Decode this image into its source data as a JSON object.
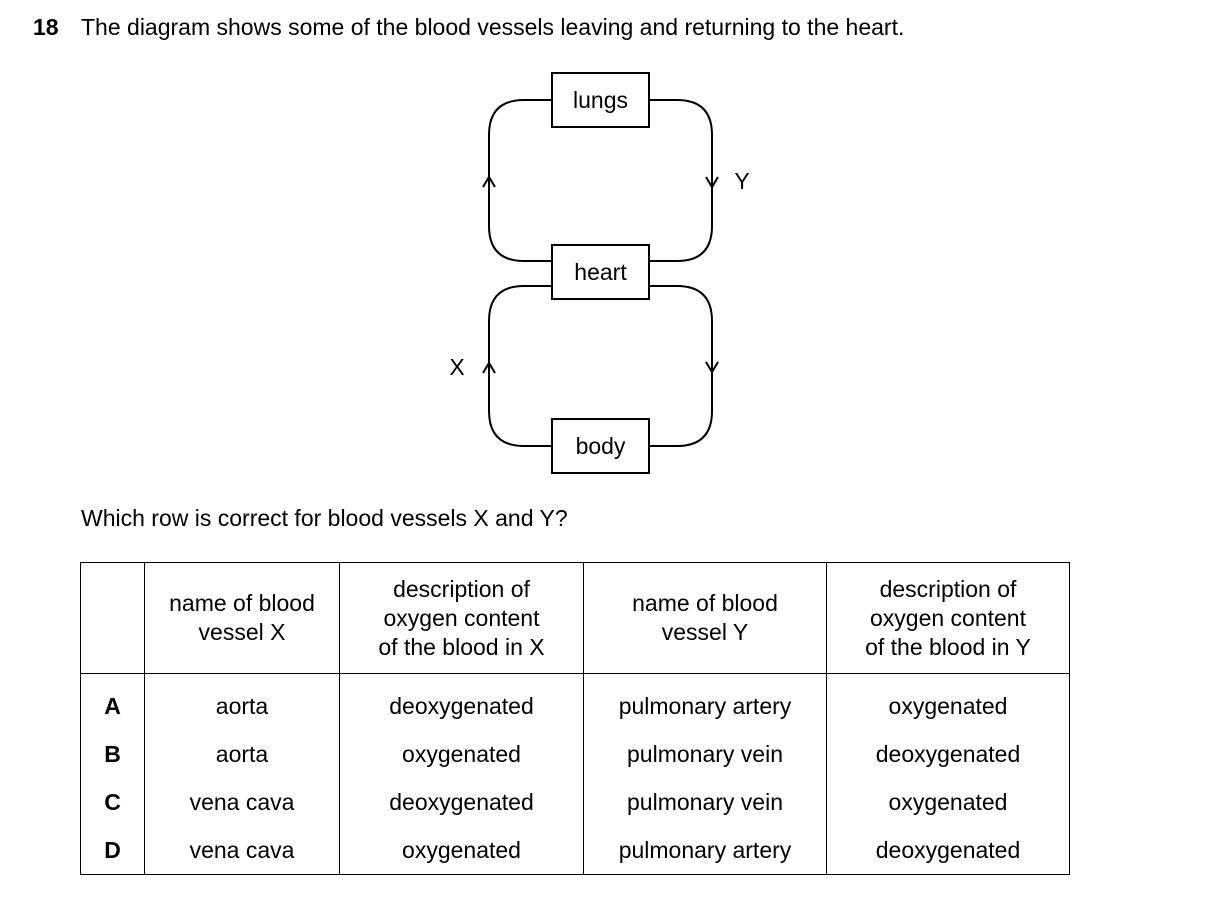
{
  "question": {
    "number": "18",
    "stem": "The diagram shows some of the blood vessels leaving and returning to the heart.",
    "prompt": "Which row is correct for blood vessels X and Y?"
  },
  "diagram": {
    "boxes": {
      "top": "lungs",
      "middle": "heart",
      "bottom": "body"
    },
    "vessel_labels": {
      "x": "X",
      "y": "Y"
    }
  },
  "table": {
    "headers": [
      "",
      "name of blood vessel X",
      "description of oxygen content of the blood in X",
      "name of blood vessel Y",
      "description of oxygen content of the blood in Y"
    ],
    "header_lines": [
      [],
      [
        "name of blood",
        "vessel X"
      ],
      [
        "description of",
        "oxygen content",
        "of the blood in X"
      ],
      [
        "name of blood",
        "vessel Y"
      ],
      [
        "description of",
        "oxygen content",
        "of the blood in Y"
      ]
    ],
    "rows": [
      [
        "A",
        "aorta",
        "deoxygenated",
        "pulmonary artery",
        "oxygenated"
      ],
      [
        "B",
        "aorta",
        "oxygenated",
        "pulmonary vein",
        "deoxygenated"
      ],
      [
        "C",
        "vena cava",
        "deoxygenated",
        "pulmonary vein",
        "oxygenated"
      ],
      [
        "D",
        "vena cava",
        "oxygenated",
        "pulmonary artery",
        "deoxygenated"
      ]
    ]
  }
}
